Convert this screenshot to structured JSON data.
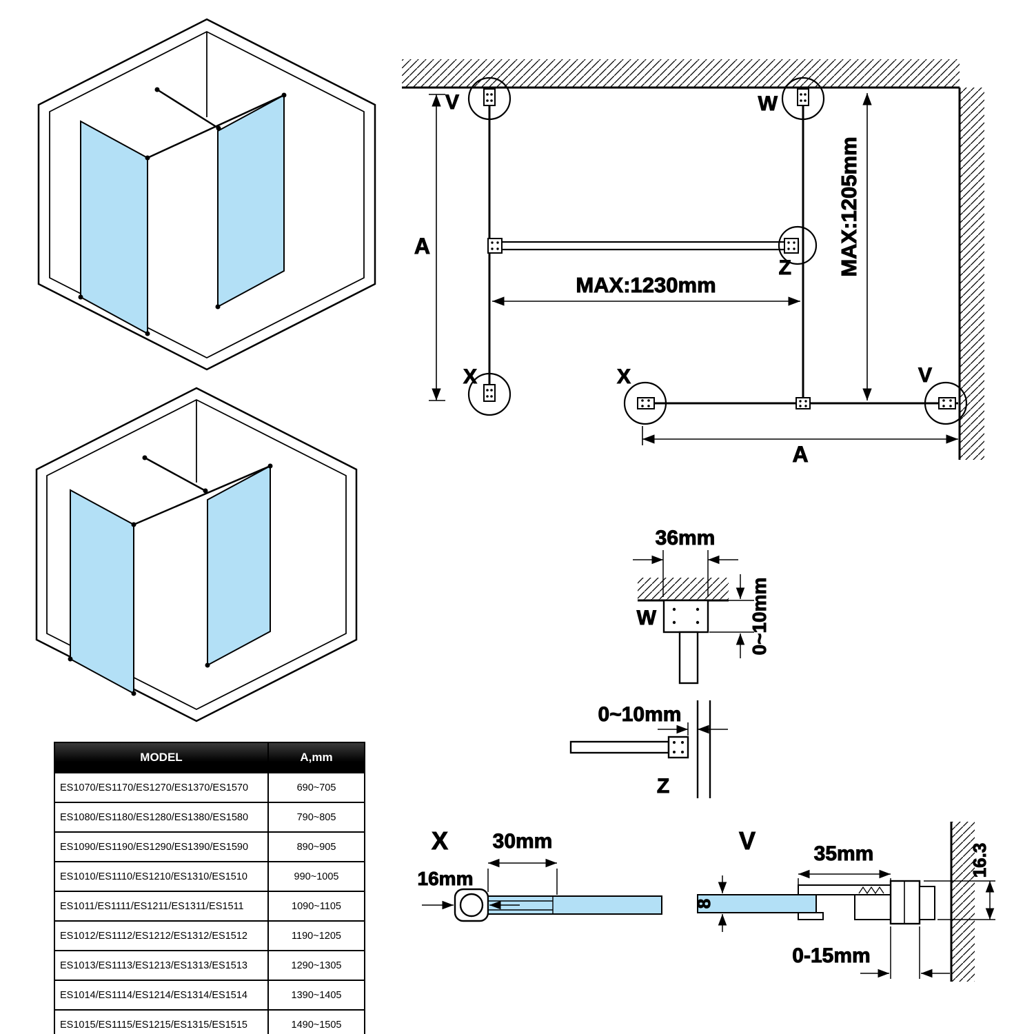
{
  "colors": {
    "glass": "#b3e0f6",
    "line": "#000000",
    "table_header_bg": "#000000",
    "table_header_fg": "#ffffff"
  },
  "plan": {
    "label_v_top": "V",
    "label_w": "W",
    "label_z": "Z",
    "label_x_left": "X",
    "label_x_bottom": "X",
    "label_v_bottom": "V",
    "dim_a_vertical": "A",
    "dim_a_horizontal": "A",
    "dim_max_width": "MAX:1230mm",
    "dim_max_height": "MAX:1205mm"
  },
  "detail_w": {
    "label": "W",
    "dim_width": "36mm",
    "dim_gap": "0~10mm"
  },
  "detail_z": {
    "label": "Z",
    "dim_gap": "0~10mm"
  },
  "detail_x": {
    "label": "X",
    "dim_width": "30mm",
    "dim_tube": "16mm"
  },
  "detail_v": {
    "label": "V",
    "dim_width": "35mm",
    "dim_glass_thickness": "8",
    "dim_profile_depth": "16.3",
    "dim_adjust_range": "0-15mm"
  },
  "table": {
    "headers": [
      "MODEL",
      "A,mm"
    ],
    "rows": [
      {
        "model": "ES1070/ES1170/ES1270/ES1370/ES1570",
        "a_mm": "690~705"
      },
      {
        "model": "ES1080/ES1180/ES1280/ES1380/ES1580",
        "a_mm": "790~805"
      },
      {
        "model": "ES1090/ES1190/ES1290/ES1390/ES1590",
        "a_mm": "890~905"
      },
      {
        "model": "ES1010/ES1110/ES1210/ES1310/ES1510",
        "a_mm": "990~1005"
      },
      {
        "model": "ES1011/ES1111/ES1211/ES1311/ES1511",
        "a_mm": "1090~1105"
      },
      {
        "model": "ES1012/ES1112/ES1212/ES1312/ES1512",
        "a_mm": "1190~1205"
      },
      {
        "model": "ES1013/ES1113/ES1213/ES1313/ES1513",
        "a_mm": "1290~1305"
      },
      {
        "model": "ES1014/ES1114/ES1214/ES1314/ES1514",
        "a_mm": "1390~1405"
      },
      {
        "model": "ES1015/ES1115/ES1215/ES1315/ES1515",
        "a_mm": "1490~1505"
      }
    ]
  }
}
